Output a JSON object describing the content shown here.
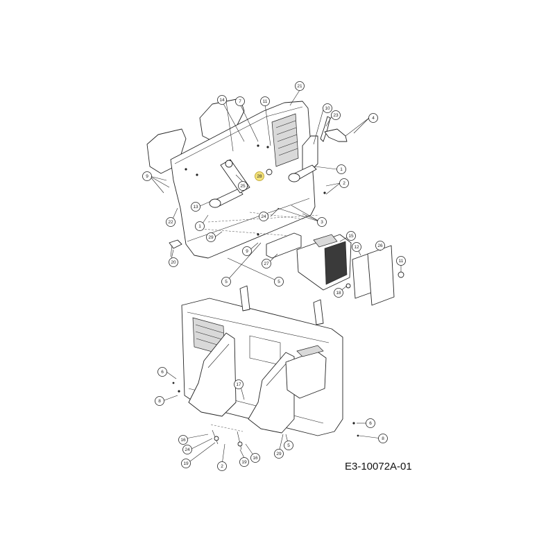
{
  "drawing": {
    "code": "E3-10072A-01",
    "highlight_color": "#f3e27a",
    "upper_callouts": [
      "21",
      "14",
      "7",
      "11",
      "10",
      "23",
      "4",
      "9",
      "1",
      "28",
      "25",
      "2",
      "13",
      "24",
      "3",
      "22",
      "1",
      "29",
      "9",
      "15",
      "12",
      "26",
      "11",
      "27",
      "20",
      "5",
      "5",
      "18"
    ],
    "lower_callouts": [
      "6",
      "8",
      "17",
      "16",
      "24",
      "19",
      "2",
      "19",
      "16",
      "29",
      "5",
      "6",
      "8"
    ],
    "highlighted_callout": "28"
  }
}
